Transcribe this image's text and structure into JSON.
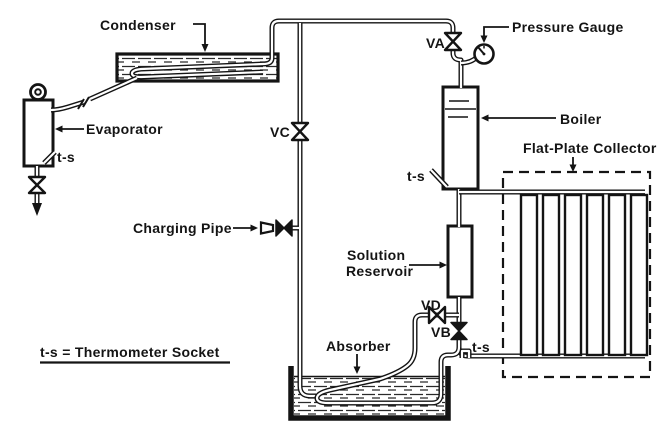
{
  "diagram": {
    "labels": {
      "condenser": "Condenser",
      "evaporator": "Evaporator",
      "pressure_gauge": "Pressure Gauge",
      "boiler": "Boiler",
      "flat_plate_collector": "Flat-Plate Collector",
      "solution_reservoir_line1": "Solution",
      "solution_reservoir_line2": "Reservoir",
      "charging_pipe": "Charging Pipe",
      "absorber": "Absorber",
      "legend": "t-s = Thermometer Socket"
    },
    "valves": {
      "va": "VA",
      "vb": "VB",
      "vc": "VC",
      "vd": "VD"
    },
    "thermometer_sockets": {
      "evaporator": "t-s",
      "boiler": "t-s",
      "collector_inlet": "t-s"
    },
    "colors": {
      "ink": "#141414",
      "paper": "#ffffff"
    }
  }
}
